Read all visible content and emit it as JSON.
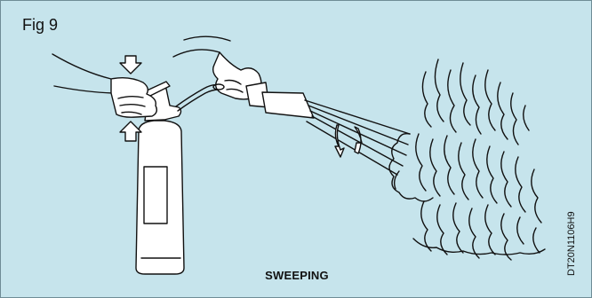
{
  "figure": {
    "label": "Fig 9",
    "caption": "SWEEPING",
    "code": "DT20N1106H9"
  },
  "colors": {
    "background": "#c6e4ec",
    "border": "#6f8c96",
    "ink": "#111111",
    "fill": "#ffffff"
  }
}
